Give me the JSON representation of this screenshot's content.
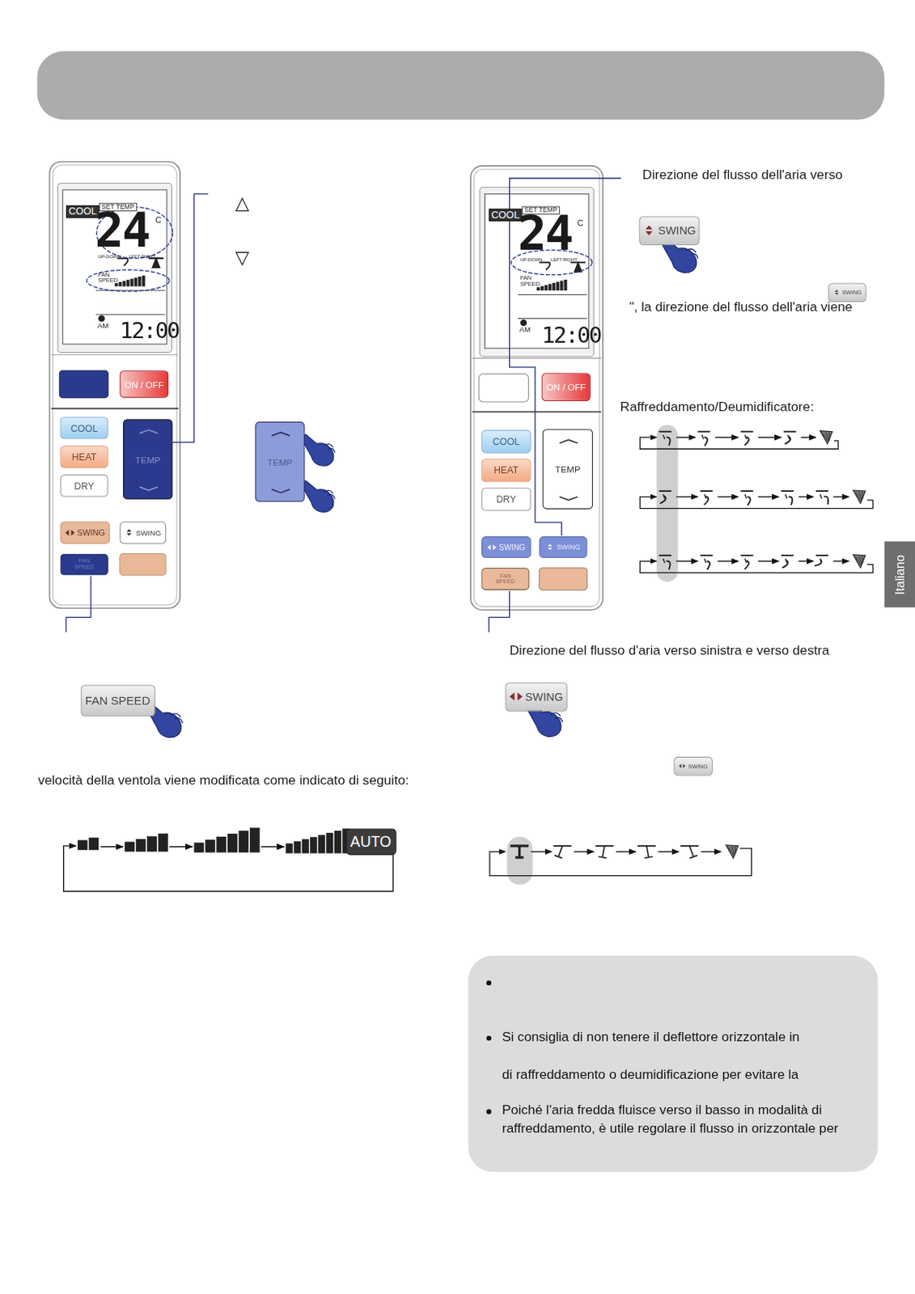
{
  "diagram": {
    "nodes": [
      {
        "text": [
          "ON / OFF"
        ]
      },
      {
        "text": [
          "COOL"
        ]
      },
      {
        "text": [
          "HEAT"
        ]
      },
      {
        "text": [
          "DRY"
        ]
      },
      {
        "text": [
          "TEMP"
        ]
      },
      {
        "text": [
          "SWING"
        ]
      },
      {
        "text": [
          "SWING"
        ]
      },
      {
        "text": [
          "FAN SPEED"
        ]
      },
      {
        "text": [
          "TEMP"
        ]
      },
      {
        "text": [
          "FAN SPEED"
        ]
      },
      {
        "text": [
          "AUTO"
        ]
      },
      {
        "text": [
          "SWING"
        ]
      },
      {
        "text": [
          "SWING"
        ]
      },
      {
        "text": [
          "ON / OFF"
        ]
      },
      {
        "text": [
          "COOL"
        ]
      },
      {
        "text": [
          "HEAT"
        ]
      },
      {
        "text": [
          "DRY"
        ]
      },
      {
        "text": [
          "TEMP"
        ]
      },
      {
        "text": [
          "SWING"
        ]
      },
      {
        "text": [
          "SWING"
        ]
      },
      {
        "text": [
          "FAN SPEED"
        ]
      },
      {
        "text": [
          "SWING"
        ]
      },
      {
        "text": [
          "SWING"
        ]
      },
      {
        "text": [
          "Italiano"
        ]
      },
      {
        "text": [
          "Si consiglia di non tenere il deflettore orizzontale in",
          "di raffreddamento o deumidificazione per evitare la",
          "Poiché l'aria fredda fluisce verso il basso in modalità di raffreddamento, è utile regolare il flusso in orizzontale per"
        ]
      }
    ],
    "labels": [
      "COOL",
      "SET TEMP",
      "24",
      "C",
      "UP-DOWN",
      "LEFT-RIGHT",
      "FAN SPEED",
      "AM",
      "12:00",
      "△",
      "▽",
      "velocità della ventola viene modificata come indicato di seguito:",
      "Direzione del flusso dell'aria verso",
      "\", la direzione del flusso dell'aria viene",
      "Raffreddamento/Deumidificatore:",
      "COOL",
      "SET TEMP",
      "24",
      "C",
      "UP-DOWN",
      "LEFT-RIGHT",
      "FAN SPEED",
      "AM",
      "12:00",
      "Direzione del flusso d'aria verso sinistra e verso destra"
    ]
  }
}
